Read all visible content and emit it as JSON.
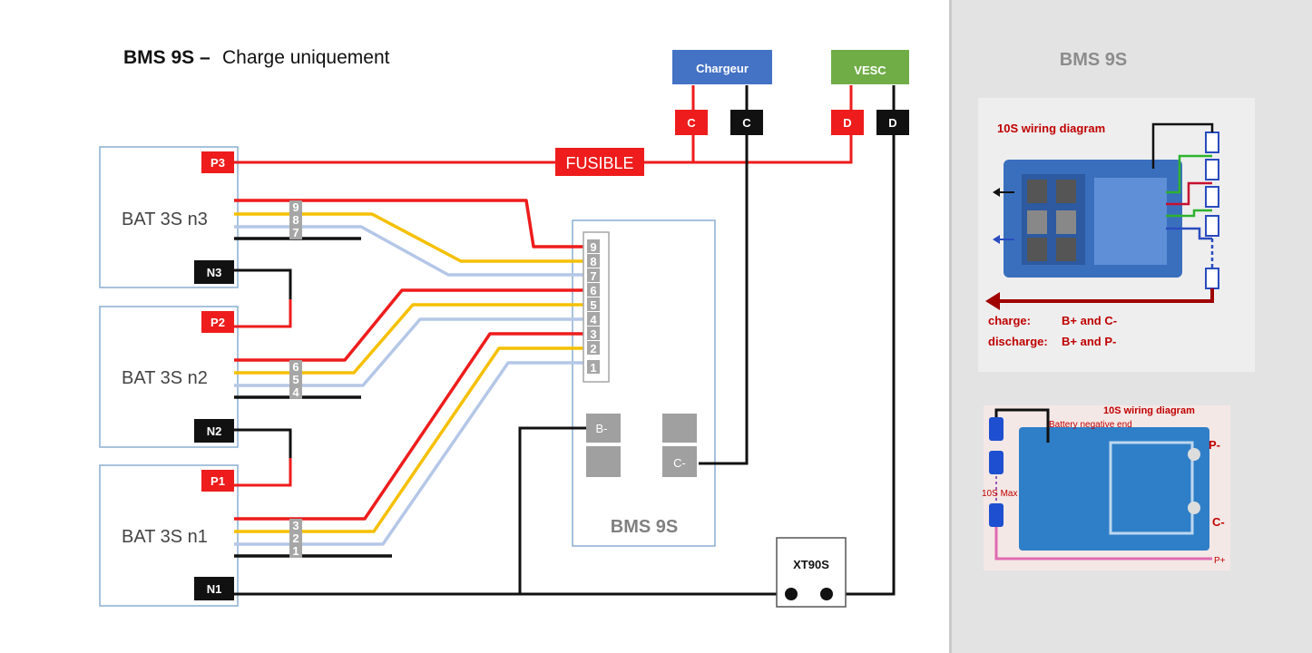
{
  "title": {
    "bold": "BMS 9S –",
    "normal": "Charge uniquement"
  },
  "devices": {
    "chargeur": "Chargeur",
    "vesc": "VESC",
    "fusible": "FUSIBLE",
    "xt90": "XT90S"
  },
  "terminals": {
    "c_pos": "C",
    "c_neg": "C",
    "d_pos": "D",
    "d_neg": "D"
  },
  "batteries": [
    {
      "name": "BAT 3S n3",
      "p": "P3",
      "n": "N3",
      "taps": [
        "9",
        "8",
        "7"
      ]
    },
    {
      "name": "BAT 3S n2",
      "p": "P2",
      "n": "N2",
      "taps": [
        "6",
        "5",
        "4"
      ]
    },
    {
      "name": "BAT 3S n1",
      "p": "P1",
      "n": "N1",
      "taps": [
        "3",
        "2",
        "1"
      ]
    }
  ],
  "bms": {
    "label": "BMS 9S",
    "connector_pins": [
      "9",
      "8",
      "7",
      "6",
      "5",
      "4",
      "3",
      "2",
      "1"
    ],
    "b_minus": "B-",
    "c_minus": "C-"
  },
  "side_panel": {
    "title": "BMS 9S",
    "photo1": {
      "title": "10S  wiring diagram",
      "charge_label": "charge:",
      "charge_value": "B+ and C-",
      "discharge_label": "discharge:",
      "discharge_value": "B+  and P-"
    },
    "photo2": {
      "title": "10S wiring diagram",
      "battery_neg": "Battery negative end",
      "max": "10S Max",
      "p_minus": "P-",
      "c_minus": "C-",
      "p_plus": "P+"
    }
  },
  "colors": {
    "red": "#ee1c1c",
    "yellow": "#f5c000",
    "lightblue": "#b4c7e7",
    "black": "#111111",
    "box_border": "#8aaed0",
    "chargeur_blue": "#4472c4",
    "vesc_green": "#70ad47",
    "pin_gray": "#a6a6a6",
    "pad_gray": "#a0a0a0"
  }
}
